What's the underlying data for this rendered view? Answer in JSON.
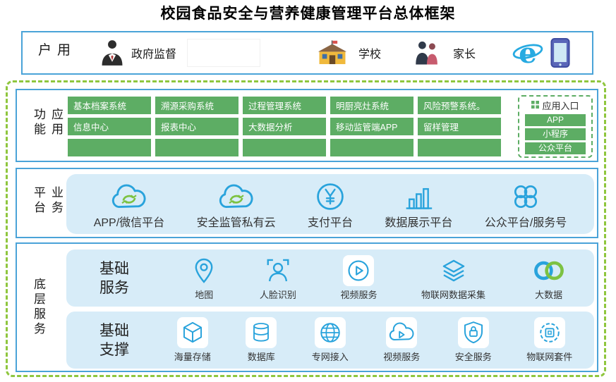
{
  "title": "校园食品安全与营养健康管理平台总体框架",
  "colors": {
    "border_blue": "#4aa3d8",
    "dashed_green": "#8fc63e",
    "box_green": "#5dad64",
    "panel_blue": "#d7ecf8",
    "icon_blue": "#29a3dc",
    "icon_green": "#7dc242"
  },
  "users": {
    "label": "用户",
    "gov": {
      "label": "政府监督",
      "icon": "person-suit-icon"
    },
    "school": {
      "label": "学校",
      "icon": "school-building-icon"
    },
    "parents": {
      "label": "家长",
      "icon": "parents-icon"
    },
    "browser_icon": "ie-browser-icon",
    "device_icon": "tablet-icon"
  },
  "app_functions": {
    "label": "应用功能",
    "grid": [
      [
        "基本档案系统",
        "溯源采购系统",
        "过程管理系统",
        "明厨亮灶系统",
        "风险预警系统。"
      ],
      [
        "信息中心",
        "报表中心",
        "大数据分析",
        "移动监管端APP",
        "留样管理"
      ],
      [
        "",
        "",
        "",
        "",
        ""
      ]
    ],
    "entry": {
      "title": "应用入口",
      "items": [
        "APP",
        "小程序",
        "公众平台"
      ]
    }
  },
  "business": {
    "label": "业务平台",
    "items": [
      {
        "label": "APP/微信平台",
        "icon": "cloud-sync-icon"
      },
      {
        "label": "安全监管私有云",
        "icon": "cloud-sync-icon"
      },
      {
        "label": "支付平台",
        "icon": "pay-yuan-icon"
      },
      {
        "label": "数据展示平台",
        "icon": "bar-chart-icon"
      },
      {
        "label": "公众平台/服务号",
        "icon": "clover-icon"
      }
    ]
  },
  "base": {
    "label": "底层服务",
    "services": {
      "title": "基础服务",
      "items": [
        {
          "label": "地图",
          "icon": "map-pin-icon"
        },
        {
          "label": "人脸识别",
          "icon": "face-recognition-icon"
        },
        {
          "label": "视频服务",
          "icon": "video-play-icon"
        },
        {
          "label": "物联网数据采集",
          "icon": "iot-data-icon"
        },
        {
          "label": "大数据",
          "icon": "big-data-icon"
        }
      ]
    },
    "support": {
      "title": "基础支撑",
      "items": [
        {
          "label": "海量存储",
          "icon": "storage-cube-icon"
        },
        {
          "label": "数据库",
          "icon": "database-icon"
        },
        {
          "label": "专网接入",
          "icon": "network-globe-icon"
        },
        {
          "label": "视频服务",
          "icon": "cloud-video-icon"
        },
        {
          "label": "安全服务",
          "icon": "security-shield-icon"
        },
        {
          "label": "物联网套件",
          "icon": "iot-suite-icon"
        }
      ]
    }
  }
}
